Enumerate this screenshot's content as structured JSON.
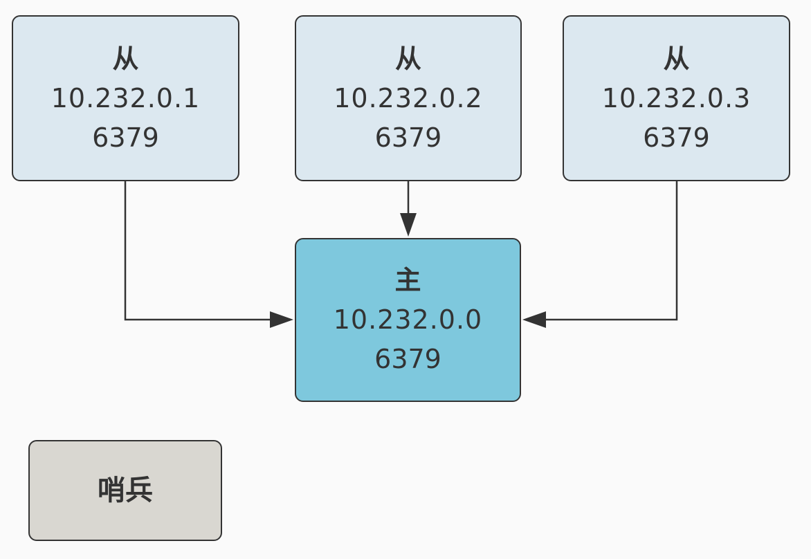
{
  "slaves": [
    {
      "role": "从",
      "ip": "10.232.0.1",
      "port": "6379"
    },
    {
      "role": "从",
      "ip": "10.232.0.2",
      "port": "6379"
    },
    {
      "role": "从",
      "ip": "10.232.0.3",
      "port": "6379"
    }
  ],
  "master": {
    "role": "主",
    "ip": "10.232.0.0",
    "port": "6379"
  },
  "sentinel": {
    "label": "哨兵"
  },
  "colors": {
    "slave_fill": "#dce8f0",
    "master_fill": "#7ec8dd",
    "sentinel_fill": "#d9d7d1",
    "stroke": "#333333",
    "background": "#fafafa"
  }
}
